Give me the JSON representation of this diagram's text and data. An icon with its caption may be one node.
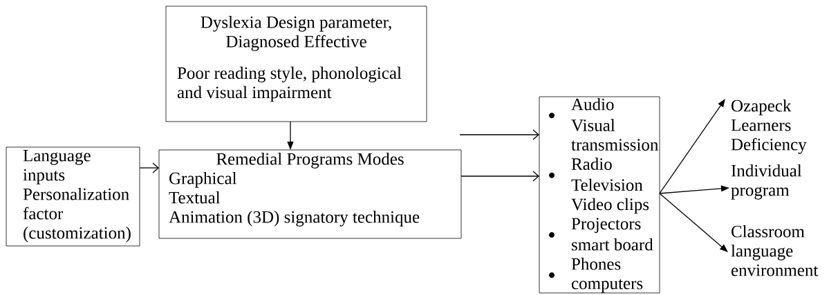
{
  "diagram": {
    "nodes": [
      {
        "text": [
          "Dyslexia Design parameter, Diagnosed Effective",
          "Poor reading style, phonological and visual impairment"
        ]
      },
      {
        "text": [
          "Language inputs Personalization factor (customization)"
        ]
      },
      {
        "text": [
          "Remedial Programs Modes",
          "Graphical",
          "Textual",
          "Animation (3D) signatory technique"
        ]
      },
      {
        "text": [
          "Audio Visual transmission",
          "Radio Television Video clips",
          "Projectors smart board",
          "Phones computers"
        ]
      },
      {
        "text": [
          "Ozapeck Learners Deficiency"
        ]
      },
      {
        "text": [
          "Individual program"
        ]
      },
      {
        "text": [
          "Classroom language environment"
        ]
      }
    ],
    "edges": [
      {
        "from": 0,
        "to": 2,
        "arrow": "to"
      },
      {
        "from": 1,
        "to": 2,
        "arrow": "to"
      },
      {
        "from": null,
        "to": 3,
        "arrow": "to"
      },
      {
        "from": 2,
        "to": 3,
        "arrow": "to"
      },
      {
        "from": 3,
        "to": 4,
        "arrow": "to"
      },
      {
        "from": 3,
        "to": 5,
        "arrow": "to"
      },
      {
        "from": 3,
        "to": 6,
        "arrow": "to"
      }
    ]
  }
}
